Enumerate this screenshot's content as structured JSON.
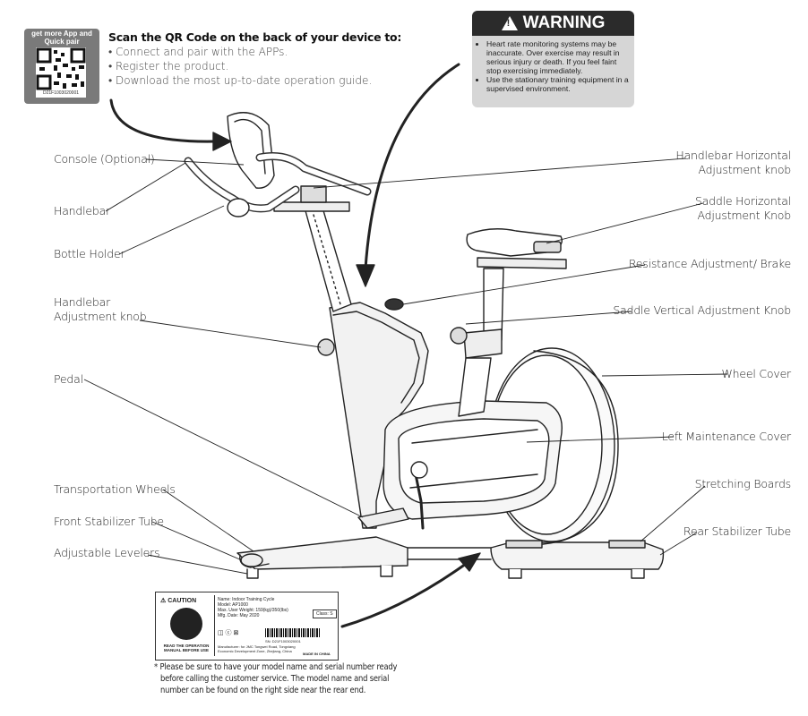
{
  "qr_panel": {
    "title": "get more App and Quick pair",
    "serial": "D21F1003020001"
  },
  "scan": {
    "title": "Scan the QR Code on the back of your device to:",
    "items": [
      "• Connect and pair with the APPs.",
      "• Register the product.",
      "• Download the most up-to-date operation guide."
    ]
  },
  "warning": {
    "title": "WARNING",
    "items": [
      "Heart rate monitoring systems may be inaccurate. Over exercise may result in serious injury or death. If you feel faint stop exercising immediately.",
      "Use the stationary training equipment in a supervised environment."
    ]
  },
  "labels": {
    "console": "Console (Optional)",
    "handlebar": "Handlebar",
    "bottle_holder": "Bottle Holder",
    "handlebar_adjustment_knob_1": "Handlebar",
    "handlebar_adjustment_knob_2": "Adjustment knob",
    "pedal": "Pedal",
    "transportation_wheels": "Transportation Wheels",
    "front_stabilizer_tube": "Front Stabilizer Tube",
    "adjustable_levelers": "Adjustable Levelers",
    "handlebar_horizontal_knob_1": "Handlebar Horizontal",
    "handlebar_horizontal_knob_2": "Adjustment knob",
    "saddle_horizontal_knob_1": "Saddle Horizontal",
    "saddle_horizontal_knob_2": "Adjustment Knob",
    "resistance_brake": "Resistance Adjustment/ Brake",
    "saddle_vertical_knob": "Saddle Vertical Adjustment Knob",
    "wheel_cover": "Wheel Cover",
    "left_maintenance_cover": "Left Maintenance Cover",
    "stretching_boards": "Stretching Boards",
    "rear_stabilizer_tube": "Rear Stabilizer Tube"
  },
  "product_label": {
    "caution": "CAUTION",
    "read_manual": "READ THE OPERATION MANUAL BEFORE USE",
    "name": "Name: Indoor Training Cycle",
    "model": "Model: AP1000",
    "max_weight": "Max. User Weight: 159(kg)/350(lbs)",
    "mfg_date": "Mfg. Date: May 2020",
    "class": "Class: S",
    "sn": "SN: D21F1003020001",
    "manufacturer": "Manufacturer: for JMC Tongwei Road, Tongxiang Economic Development Zone, Zhejiang, China",
    "made_in": "MADE IN CHINA"
  },
  "footnote": {
    "mark": "*",
    "line1": "Please be sure to have your model name and serial number ready",
    "line2": "before calling the customer service. The model name and serial",
    "line3": "number can be found on the right side near the rear end."
  }
}
